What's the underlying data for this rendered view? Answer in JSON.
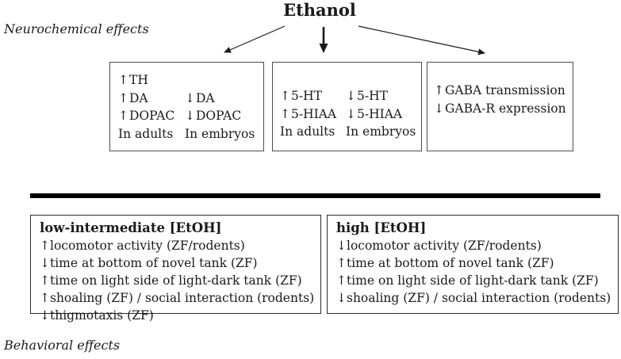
{
  "title": "Ethanol",
  "labels": {
    "neurochemical": "Neurochemical effects",
    "behavioral": "Behavioral effects"
  },
  "colors": {
    "text": "#1a1a1a",
    "box_border": "#4d4d4d",
    "divider": "#000000",
    "background": "#ffffff"
  },
  "neuro": {
    "dopamine": {
      "adults": {
        "rows": [
          {
            "arrow": "↑",
            "text": "TH"
          },
          {
            "arrow": "↑",
            "text": "DA"
          },
          {
            "arrow": "↑",
            "text": "DOPAC"
          }
        ],
        "caption": "In adults"
      },
      "embryos": {
        "rows": [
          {
            "arrow": "↓",
            "text": "DA"
          },
          {
            "arrow": "↓",
            "text": "DOPAC"
          }
        ],
        "caption": "In embryos"
      }
    },
    "serotonin": {
      "adults": {
        "rows": [
          {
            "arrow": "↑",
            "text": "5-HT"
          },
          {
            "arrow": "↑",
            "text": "5-HIAA"
          }
        ],
        "caption": "In adults"
      },
      "embryos": {
        "rows": [
          {
            "arrow": "↓",
            "text": "5-HT"
          },
          {
            "arrow": "↓",
            "text": "5-HIAA"
          }
        ],
        "caption": "In embryos"
      }
    },
    "gaba": {
      "rows": [
        {
          "arrow": "↑",
          "text": "GABA transmission"
        },
        {
          "arrow": "↓",
          "text": "GABA-R expression"
        }
      ]
    }
  },
  "behavior": {
    "low": {
      "header": "low-intermediate [EtOH]",
      "items": [
        {
          "arrow": "↑",
          "text": "locomotor activity (ZF/rodents)"
        },
        {
          "arrow": "↓",
          "text": "time at bottom of novel tank (ZF)"
        },
        {
          "arrow": "↑",
          "text": "time on light side of light-dark tank (ZF)"
        },
        {
          "arrow": "↑",
          "text": "shoaling (ZF) / social interaction (rodents)"
        },
        {
          "arrow": "↓",
          "text": "thigmotaxis (ZF)"
        }
      ]
    },
    "high": {
      "header": "high [EtOH]",
      "items": [
        {
          "arrow": "↓",
          "text": "locomotor activity (ZF/rodents)"
        },
        {
          "arrow": "↑",
          "text": "time at bottom of novel tank (ZF)"
        },
        {
          "arrow": "↑",
          "text": "time on light side of light-dark tank (ZF)"
        },
        {
          "arrow": "↓",
          "text": "shoaling (ZF) / social interaction (rodents)"
        }
      ]
    }
  }
}
